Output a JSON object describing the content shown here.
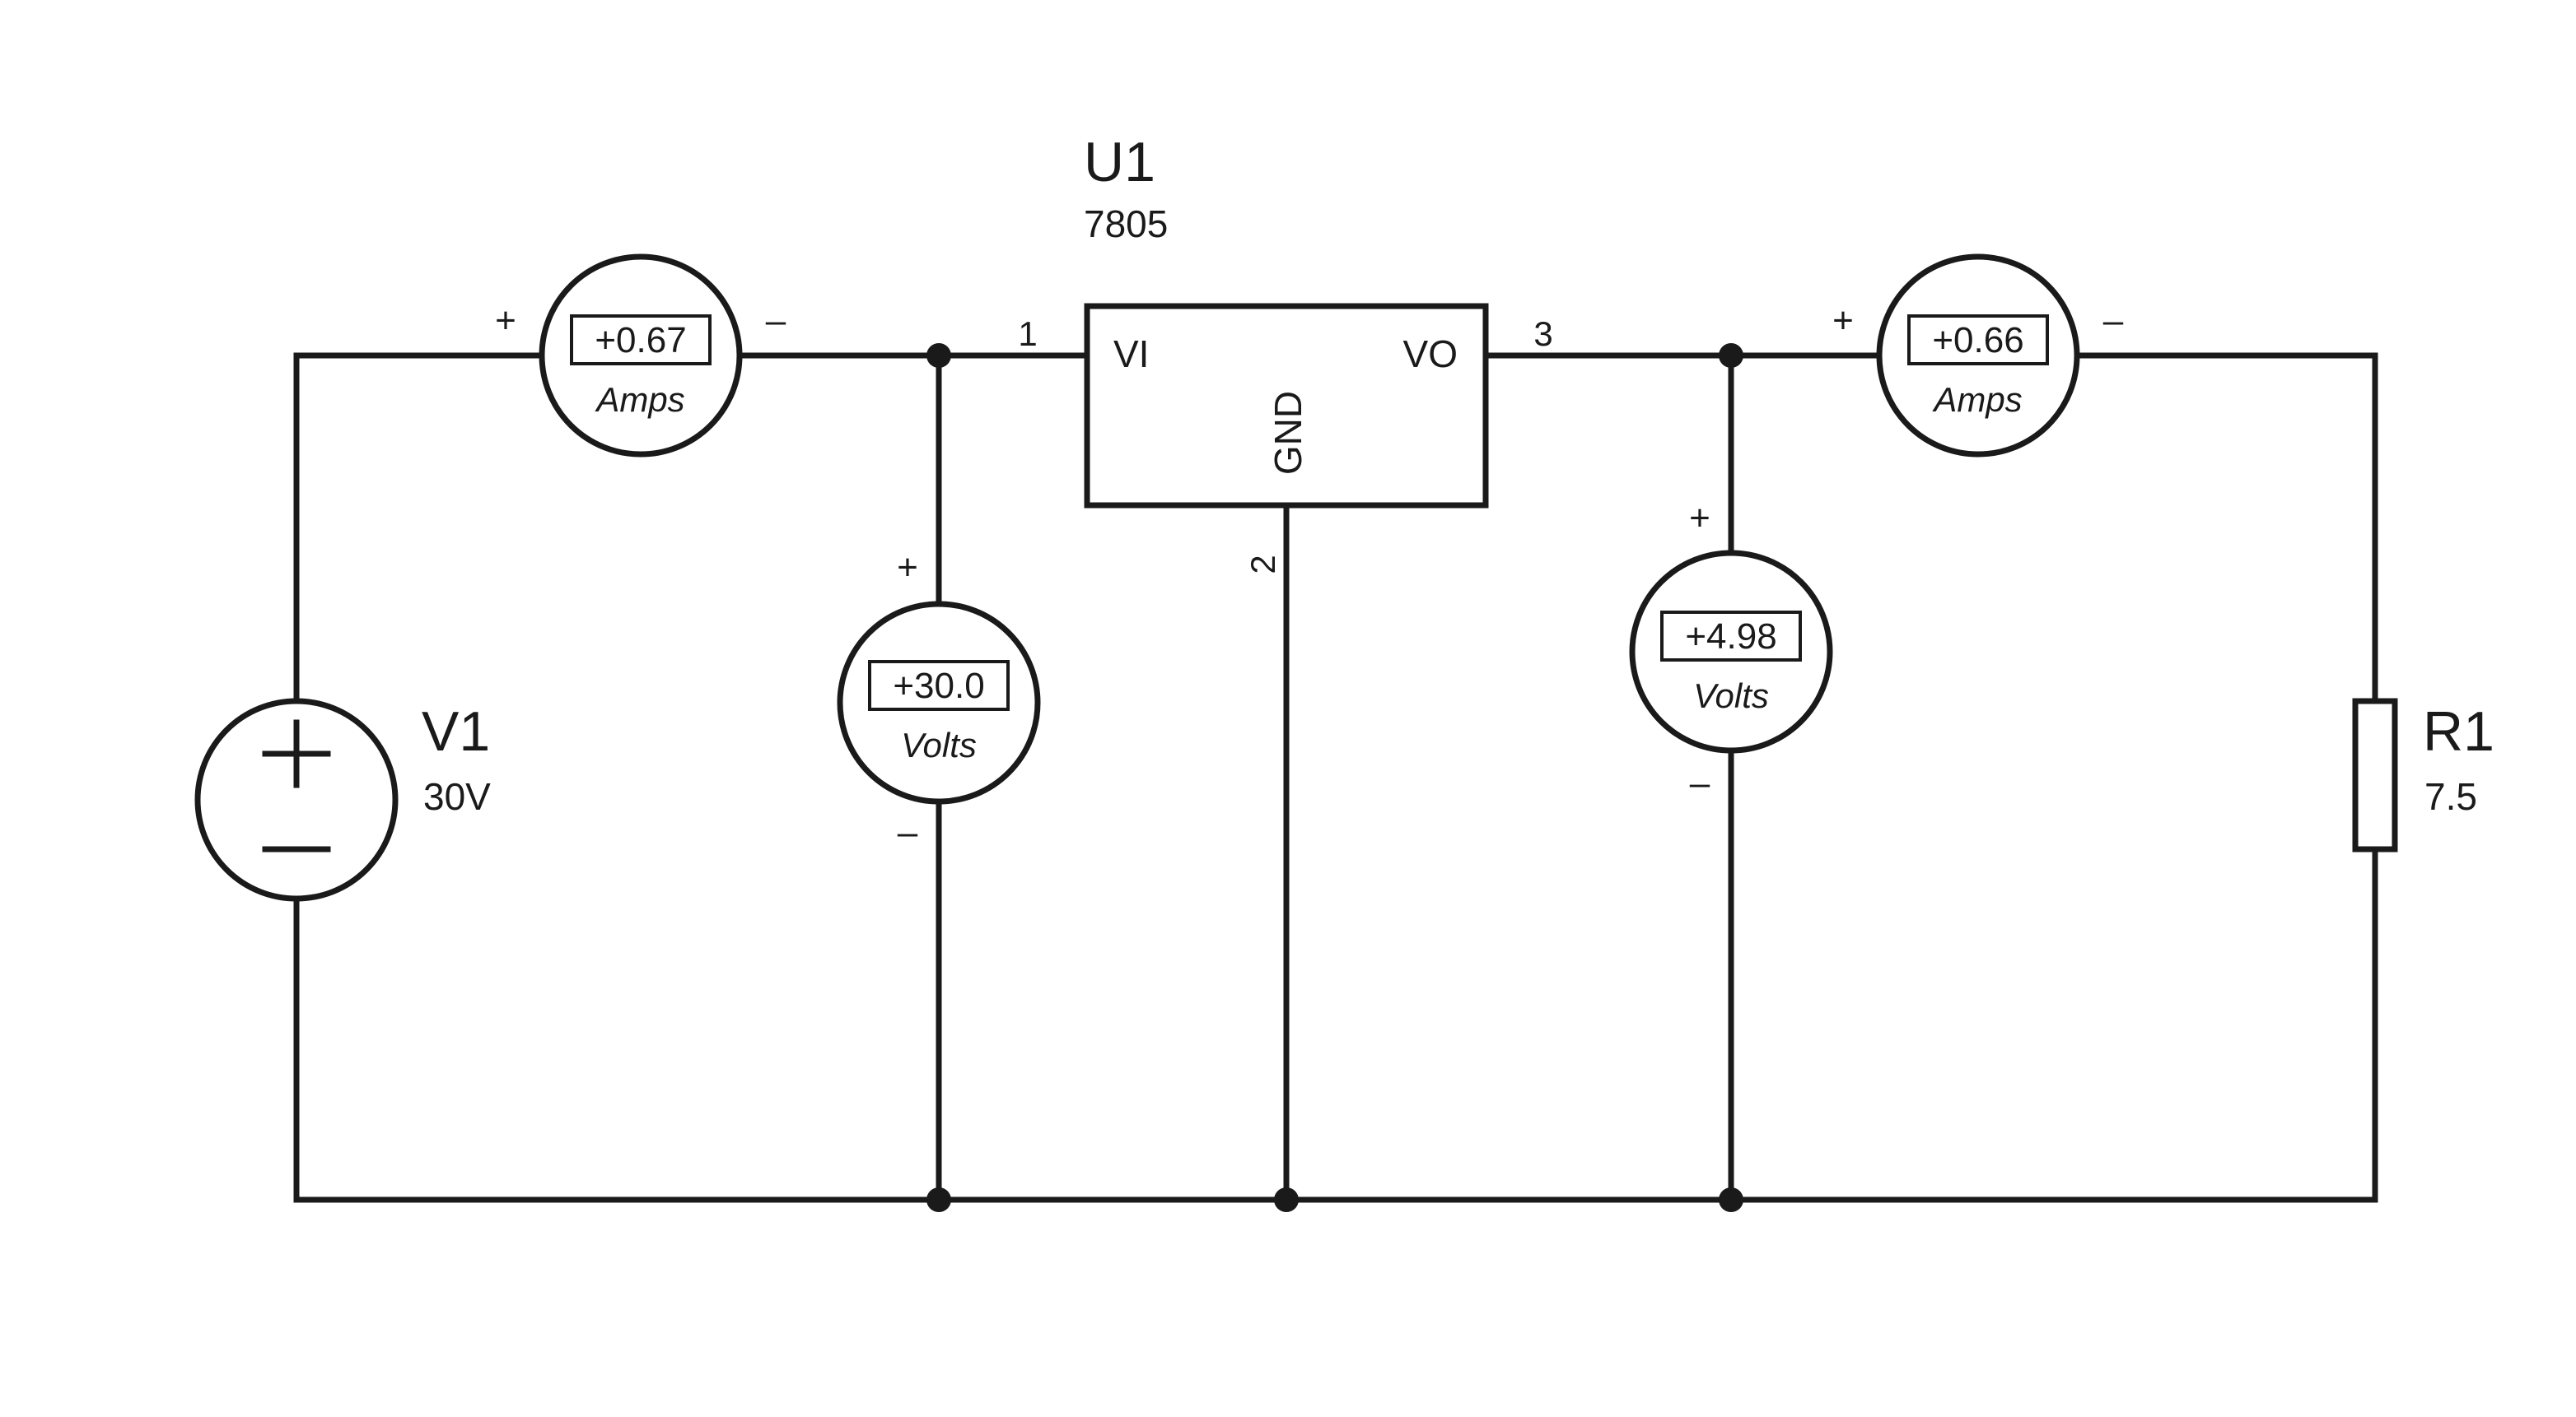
{
  "regulator": {
    "ref": "U1",
    "part": "7805",
    "pin_vi": "VI",
    "pin_vo": "VO",
    "pin_gnd": "GND",
    "pin1": "1",
    "pin2": "2",
    "pin3": "3"
  },
  "source": {
    "ref": "V1",
    "value": "30V"
  },
  "load": {
    "ref": "R1",
    "value": "7.5"
  },
  "ammeter_in": {
    "reading": "+0.67",
    "unit": "Amps",
    "plus": "+",
    "minus": "–"
  },
  "voltmeter_in": {
    "reading": "+30.0",
    "unit": "Volts",
    "plus": "+",
    "minus": "–"
  },
  "voltmeter_out": {
    "reading": "+4.98",
    "unit": "Volts",
    "plus": "+",
    "minus": "–"
  },
  "ammeter_out": {
    "reading": "+0.66",
    "unit": "Amps",
    "plus": "+",
    "minus": "–"
  }
}
